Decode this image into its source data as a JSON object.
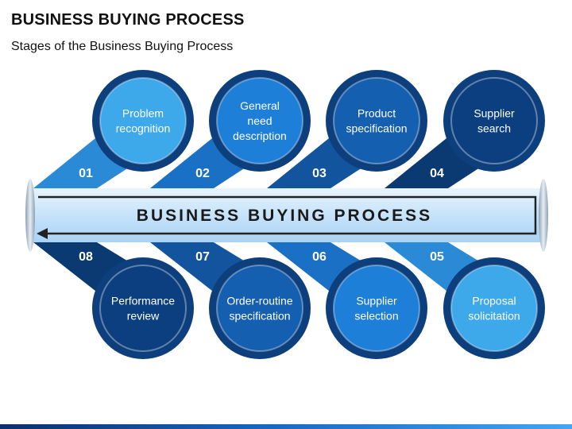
{
  "header": {
    "title": "BUSINESS BUYING PROCESS",
    "subtitle": "Stages of the Business Buying Process"
  },
  "banner": {
    "label": "BUSINESS BUYING PROCESS"
  },
  "colors": {
    "banner_fill": "#cfe8fb",
    "banner_border": "#222222",
    "tube_end": "#b9c7d6",
    "tab_fill": "#0f4f9a",
    "circle_outer": "#0d3f7d"
  },
  "stages": [
    {
      "number": "01",
      "lines": [
        "Problem",
        "recognition"
      ],
      "fill": "#3ea9ea",
      "tab": "#2b8ad6"
    },
    {
      "number": "02",
      "lines": [
        "General",
        "need",
        "description"
      ],
      "fill": "#1e7fd8",
      "tab": "#1a70c4"
    },
    {
      "number": "03",
      "lines": [
        "Product",
        "specification"
      ],
      "fill": "#155fb0",
      "tab": "#12549d"
    },
    {
      "number": "04",
      "lines": [
        "Supplier",
        "search"
      ],
      "fill": "#0b3f7f",
      "tab": "#0b3a73"
    },
    {
      "number": "05",
      "lines": [
        "Proposal",
        "solicitation"
      ],
      "fill": "#3ea9ea",
      "tab": "#2b8ad6"
    },
    {
      "number": "06",
      "lines": [
        "Supplier",
        "selection"
      ],
      "fill": "#1e7fd8",
      "tab": "#1a70c4"
    },
    {
      "number": "07",
      "lines": [
        "Order-routine",
        "specification"
      ],
      "fill": "#155fb0",
      "tab": "#12549d"
    },
    {
      "number": "08",
      "lines": [
        "Performance",
        "review"
      ],
      "fill": "#0b3f7f",
      "tab": "#0b3a73"
    }
  ]
}
